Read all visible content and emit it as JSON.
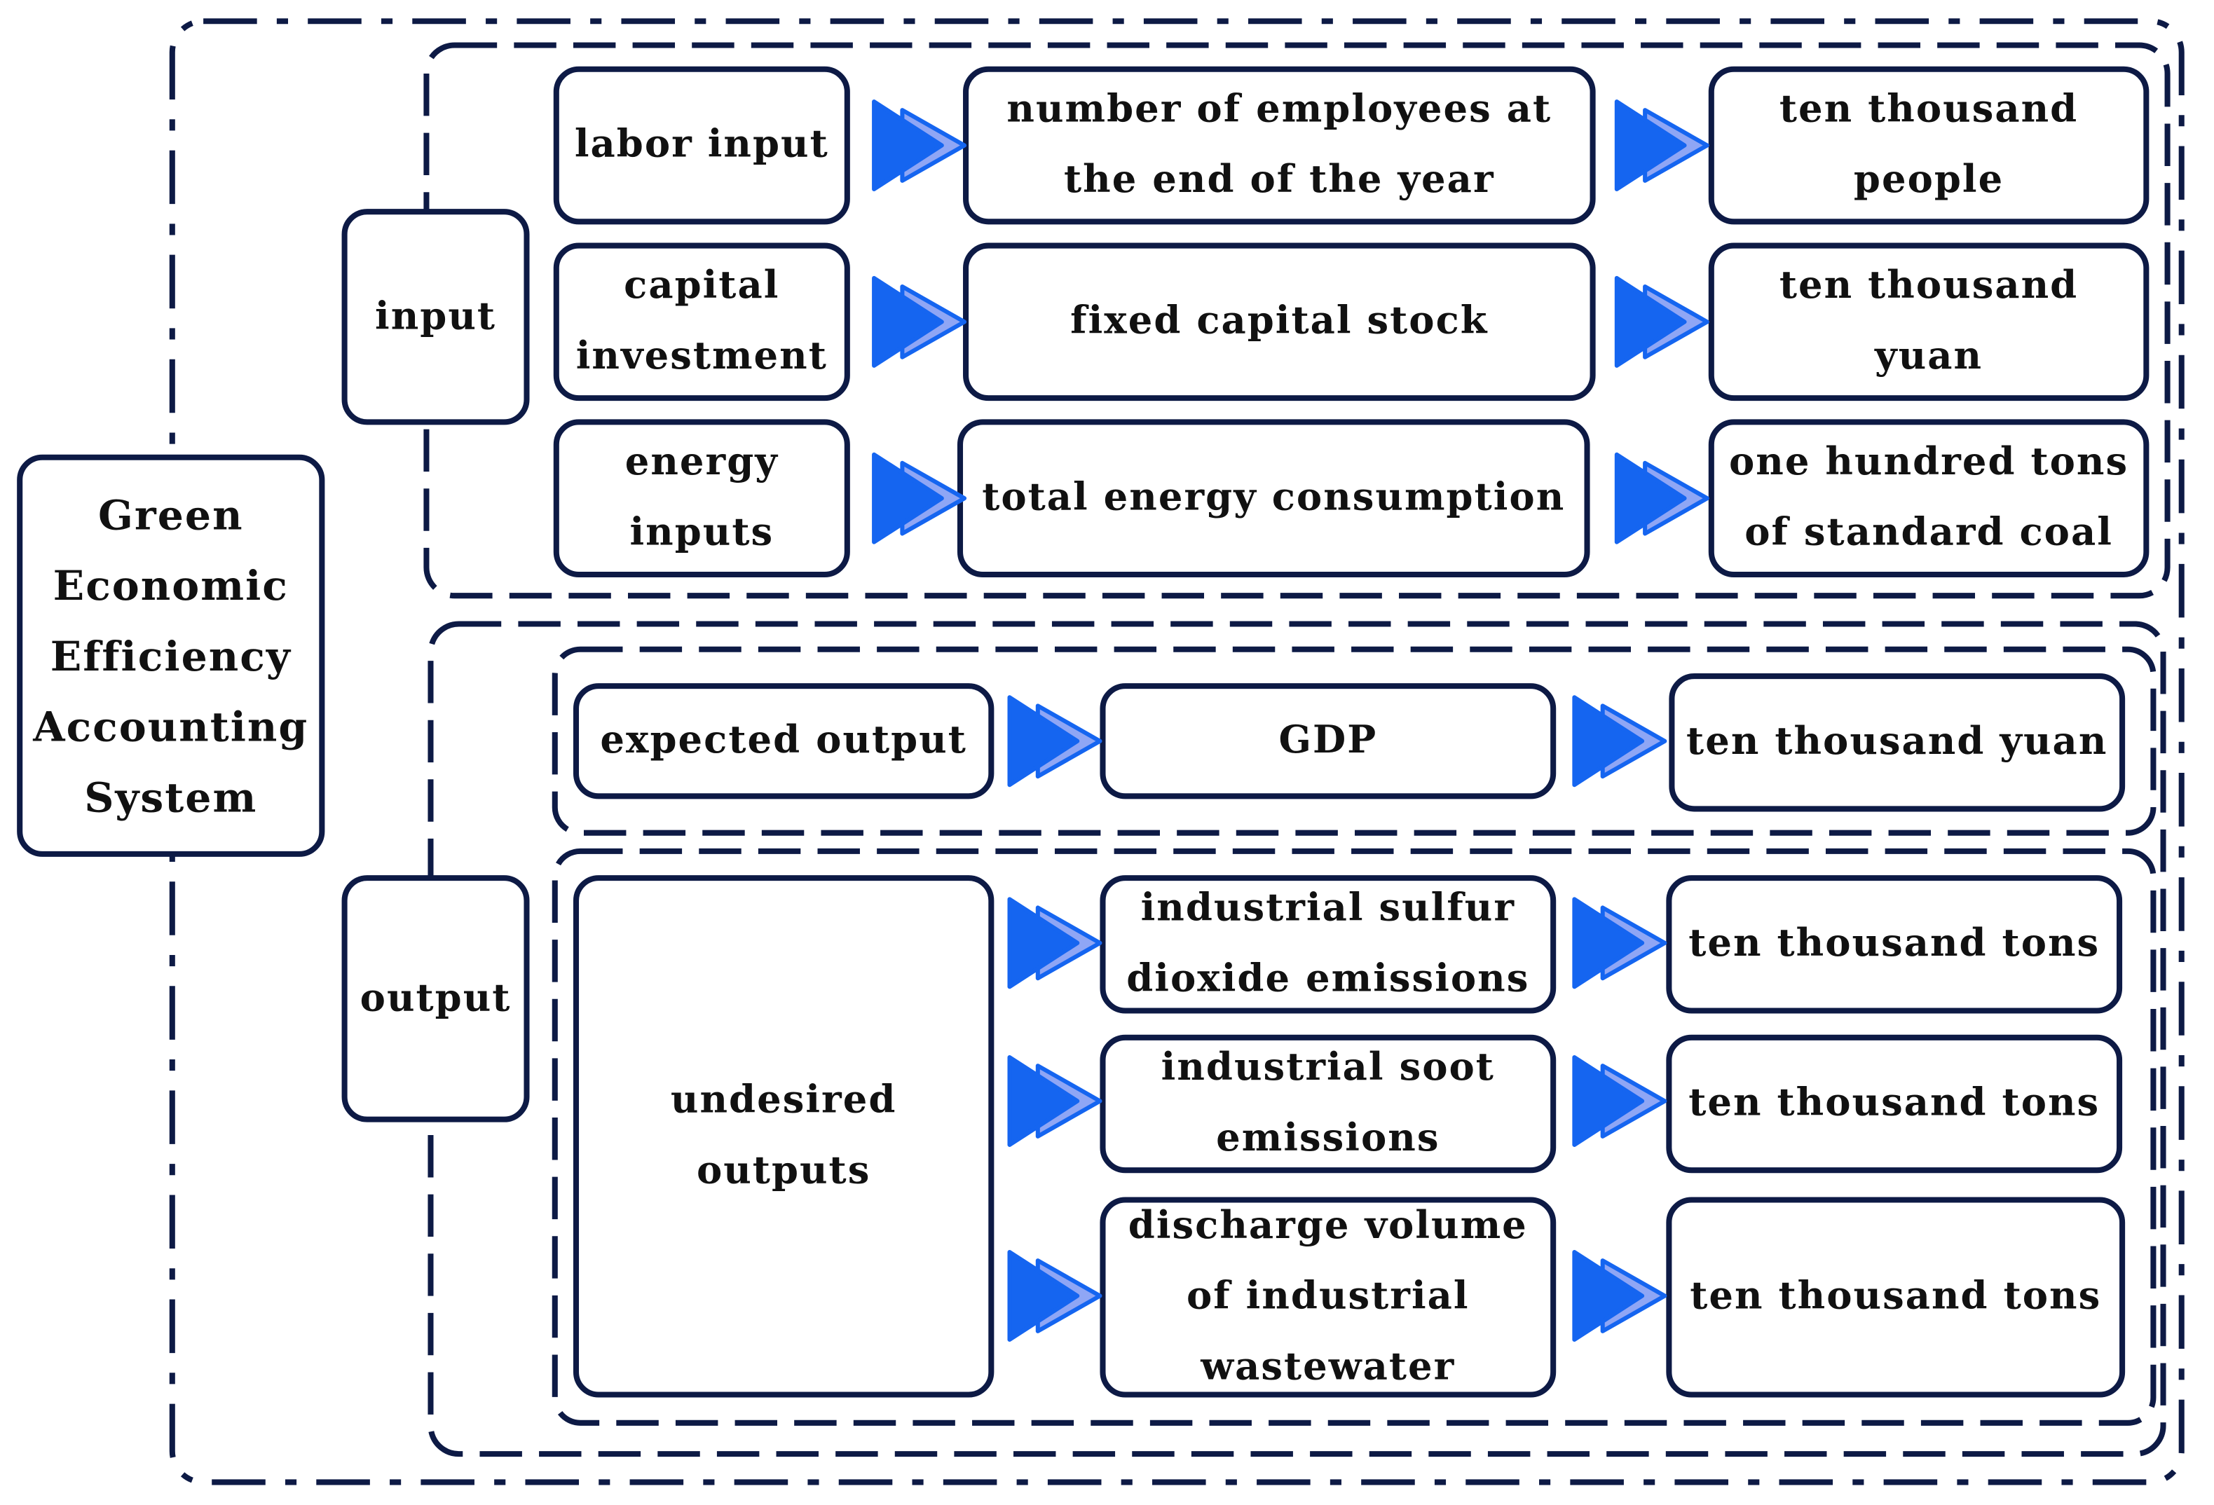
{
  "title": "Green Economic Efficiency Accounting System",
  "colors": {
    "border": "#0d1a45",
    "arrow_dark": "#1565f0",
    "arrow_light": "#8fa6f5"
  },
  "input": {
    "label": "input",
    "rows": [
      {
        "category": "labor input",
        "indicator": "number of employees at the end of the year",
        "unit": "ten thousand people"
      },
      {
        "category": "capital investment",
        "indicator": "fixed capital stock",
        "unit": "ten thousand yuan"
      },
      {
        "category": "energy inputs",
        "indicator": "total energy consumption",
        "unit": "one hundred tons of standard coal"
      }
    ]
  },
  "output": {
    "label": "output",
    "expected": {
      "category": "expected output",
      "indicator": "GDP",
      "unit": "ten thousand yuan"
    },
    "undesired": {
      "category": "undesired outputs",
      "rows": [
        {
          "indicator": "industrial sulfur dioxide emissions",
          "unit": "ten thousand tons"
        },
        {
          "indicator": "industrial soot emissions",
          "unit": "ten thousand tons"
        },
        {
          "indicator": "discharge volume of industrial wastewater",
          "unit": "ten thousand tons"
        }
      ]
    }
  }
}
